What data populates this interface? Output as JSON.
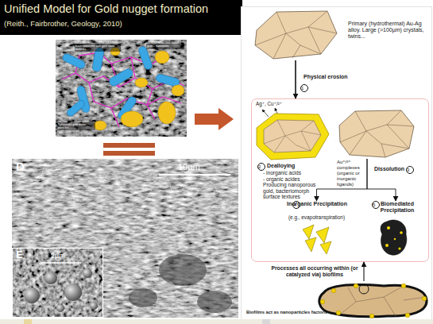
{
  "diagram": {
    "title": "Unified Model for Gold nugget formation",
    "nodes": [
      {
        "text": [
          "Primary (hydrothermal) Au-Ag alloy. Large (>100µm) crystals, twins..."
        ]
      },
      {
        "text": [
          "Processes all occurring within (or catalyzed via) biofilms"
        ]
      },
      {
        "text": [
          "Dealloying",
          "- inorganic acids",
          "- organic acides",
          "Producing nanoporous gold, bacteriomorph surface textures"
        ],
        "in": 1
      },
      {
        "text": [
          "Dissolution"
        ],
        "in": 1
      },
      {
        "text": [
          "Inorganic Precipitation",
          "(e.g., evapotranspiration)"
        ],
        "in": 1
      },
      {
        "text": [
          "Biomediated Precipitation"
        ],
        "in": 1
      },
      {
        "text": [
          "Biofilms act as nanoparticles factories"
        ]
      }
    ],
    "edges": [
      {
        "from": 0,
        "to": 1,
        "label": "Physical erosion",
        "arrow": "to"
      },
      {
        "from": 3,
        "to": 4,
        "arrow": "to"
      },
      {
        "from": 3,
        "to": 5,
        "arrow": "to"
      },
      {
        "from": 6,
        "to": 1,
        "arrow": "to"
      }
    ],
    "labels": [
      "(Reith., Fairbrother, Geology, 2010)",
      "bacteriomorphs with gold nano-particles",
      "gold + nanowires",
      "Spheroidal gold micro-particles",
      "D",
      "10µm",
      "E",
      "2µm",
      "1",
      "Ag⁺, Cu⁺/²⁺",
      "2",
      "Au⁺/³⁺ complexes (organic or inorganic ligands)",
      "3",
      "4",
      "5"
    ]
  }
}
